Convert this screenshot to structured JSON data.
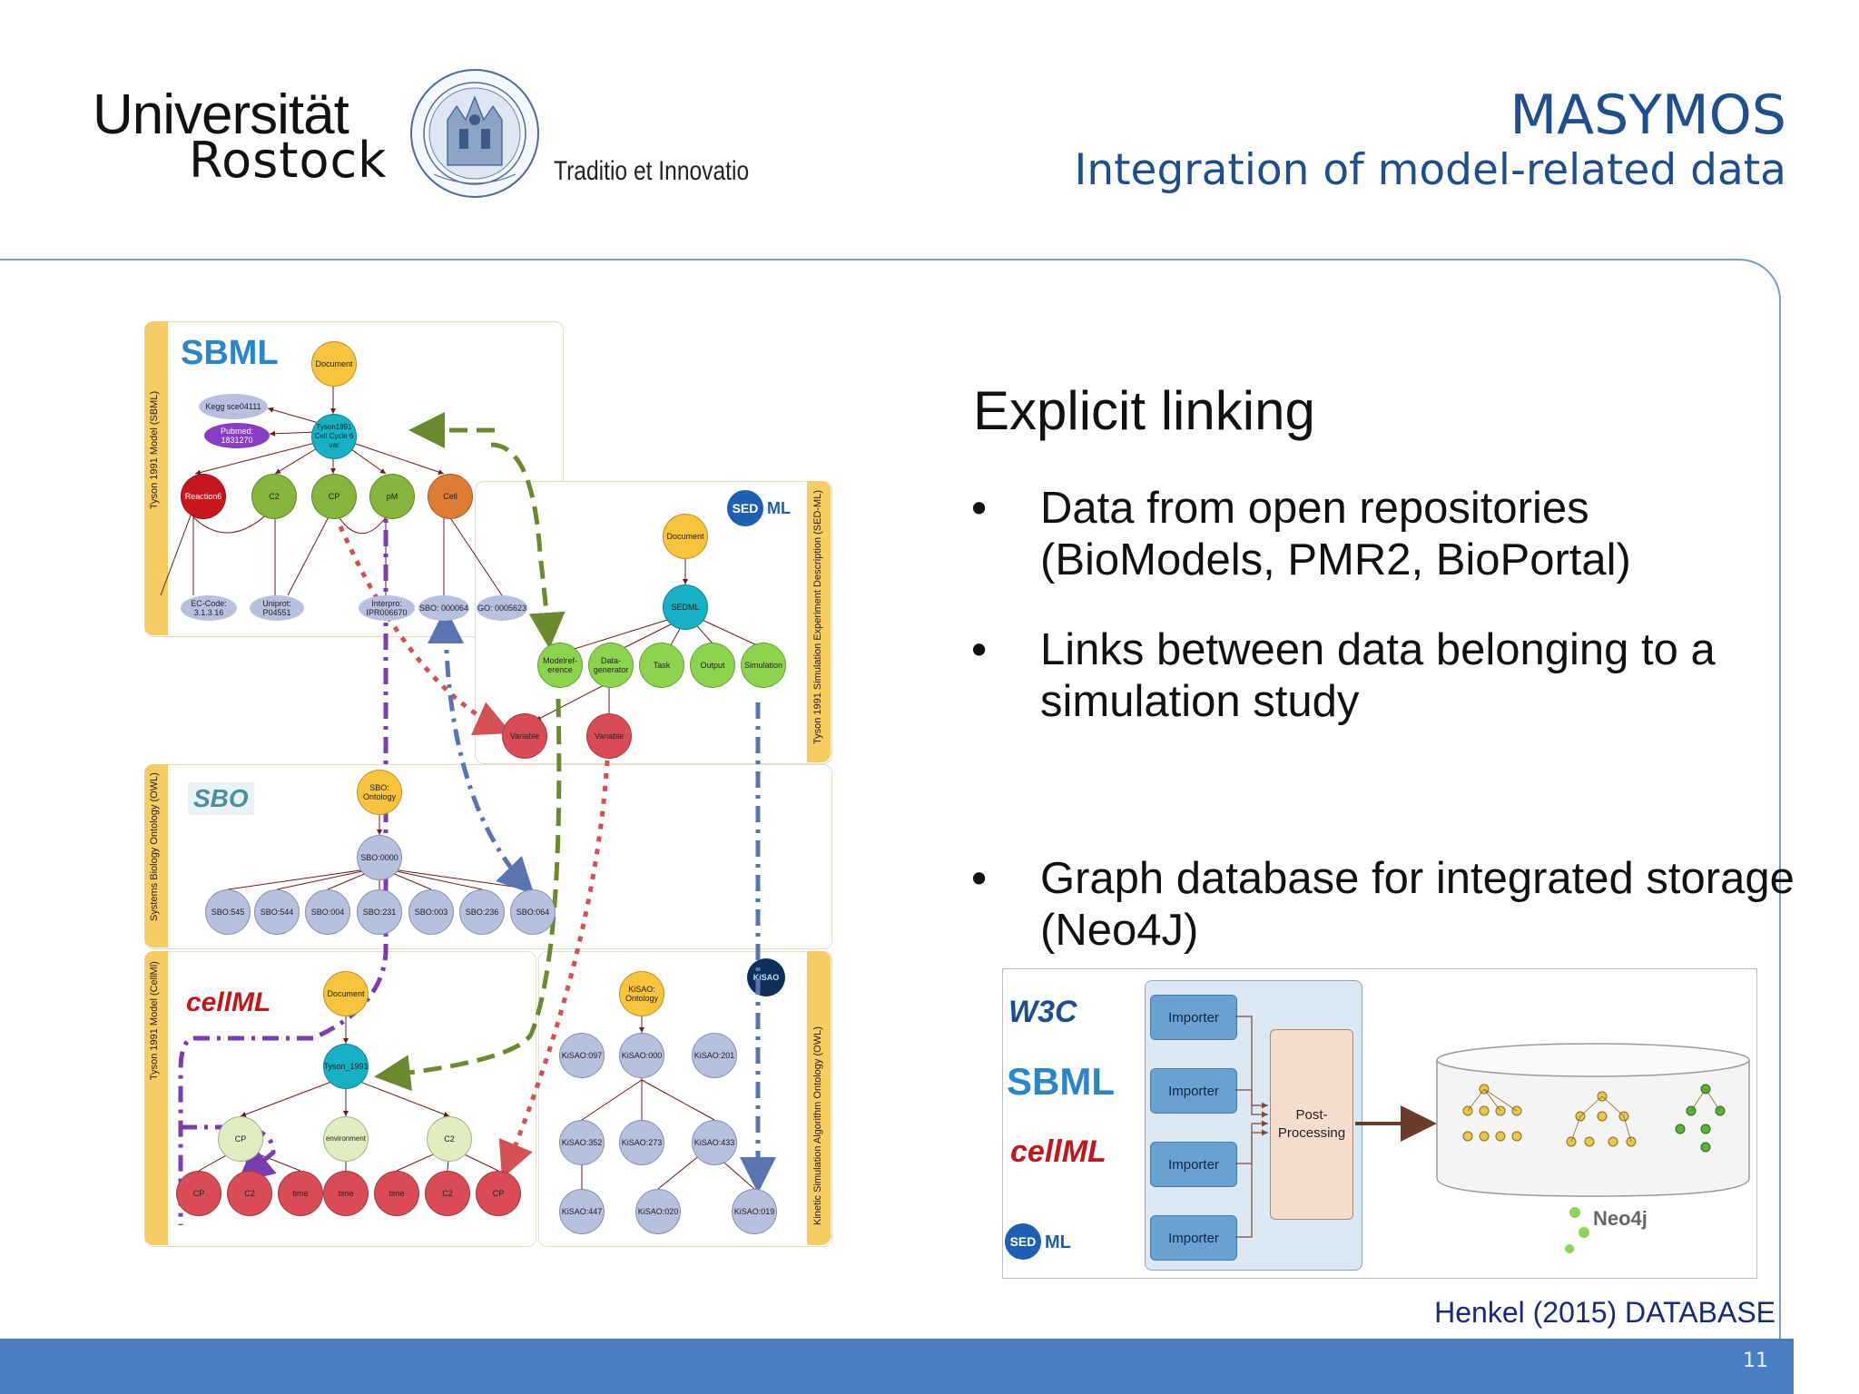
{
  "header": {
    "university_word": "Universität",
    "university_city": "Rostock",
    "motto": "Traditio et Innovatio",
    "title": "MASYMOS",
    "subtitle": "Integration of model-related data"
  },
  "content": {
    "heading": "Explicit linking",
    "bullet_symbol": "•",
    "bullets": [
      {
        "text": "Data from open repositories (BioModels, PMR2, BioPortal)"
      },
      {
        "text": "Links between data belonging to a simulation study"
      },
      {
        "text": "Graph database for integrated storage (Neo4J)"
      }
    ],
    "citation": "Henkel (2015) DATABASE"
  },
  "footer": {
    "page_number": "11"
  },
  "diagram": {
    "panels": {
      "sbml_label": "Tyson 1991 Model (SBML)",
      "sedml_label": "Tyson 1991 Simulation Experiment Description (SED-ML)",
      "sbo_label": "Systems Biology Ontology (OWL)",
      "cellml_label": "Tyson 1991 Model (CellMl)",
      "kisao_label": "Kinetic Simulation Algorithm Ontology (OWL)"
    },
    "logos": {
      "sbml": "SBML",
      "sedml_a": "SED",
      "sedml_b": "ML",
      "sbo": "SBO",
      "cellml": "cellML",
      "kisao": "KiSAO",
      "w3c": "W3C",
      "neo4j": "Neo4j"
    },
    "sbml_nodes": {
      "document": "Document",
      "tyson": "Tyson1991 Cell Cycle 6 var",
      "kegg": "Kegg sce04111",
      "pubmed": "Pubmed: 1831270",
      "reaction": "Reaction6",
      "c2": "C2",
      "cp": "CP",
      "pm": "pM",
      "cell": "Cell",
      "ec": "EC-Code: 3.1.3.16",
      "uniprot": "Uniprot: P04551",
      "interpro": "Interpro: IPR006670",
      "sbo": "SBO: 000064",
      "go": "GO: 0005623"
    },
    "sedml_nodes": {
      "document": "Document",
      "sedml": "SEDML",
      "modelref": "Modelref-erence",
      "datagen": "Data-generator",
      "task": "Task",
      "output": "Output",
      "simulation": "Simulation",
      "variable1": "Variable",
      "variable2": "Variable"
    },
    "sbo_nodes": {
      "ontology": "SBO: Ontology",
      "root": "SBO:0000",
      "leaves": [
        "SBO:545",
        "SBO:544",
        "SBO:004",
        "SBO:231",
        "SBO:003",
        "SBO:236",
        "SBO:064"
      ]
    },
    "cellml_nodes": {
      "document": "Document",
      "tyson": "Tyson_1991",
      "cp": "CP",
      "environment": "environment",
      "c2": "C2",
      "leaves": [
        "CP",
        "C2",
        "time",
        "time",
        "time",
        "C2",
        "CP"
      ]
    },
    "kisao_nodes": {
      "ontology": "KiSAO: Ontology",
      "row1": [
        "KiSAO:097",
        "KiSAO:000",
        "KiSAO:201"
      ],
      "row2": [
        "KiSAO:352",
        "KiSAO:273",
        "KiSAO:433"
      ],
      "row3": [
        "KiSAO:447",
        "KiSAO:020",
        "KiSAO:019"
      ]
    },
    "architecture": {
      "importers": [
        "Importer",
        "Importer",
        "Importer",
        "Importer"
      ],
      "post_processing": "Post-Processing"
    }
  },
  "colors": {
    "title_blue": "#1f4e8f",
    "footer_blue": "#4a7ec2",
    "stripe_yellow": "#f6cc63",
    "node_yellow": "#f8c43c",
    "node_teal": "#17b0c4",
    "node_green": "#85b53a",
    "node_red": "#d94c55",
    "node_lavender": "#b7c0de",
    "node_orange": "#dd7c32",
    "node_darkred": "#c8161d",
    "edge_purple": "#7a3db0",
    "edge_olive": "#6a8a2d",
    "edge_red": "#d35055",
    "edge_blue": "#5a74b0"
  }
}
